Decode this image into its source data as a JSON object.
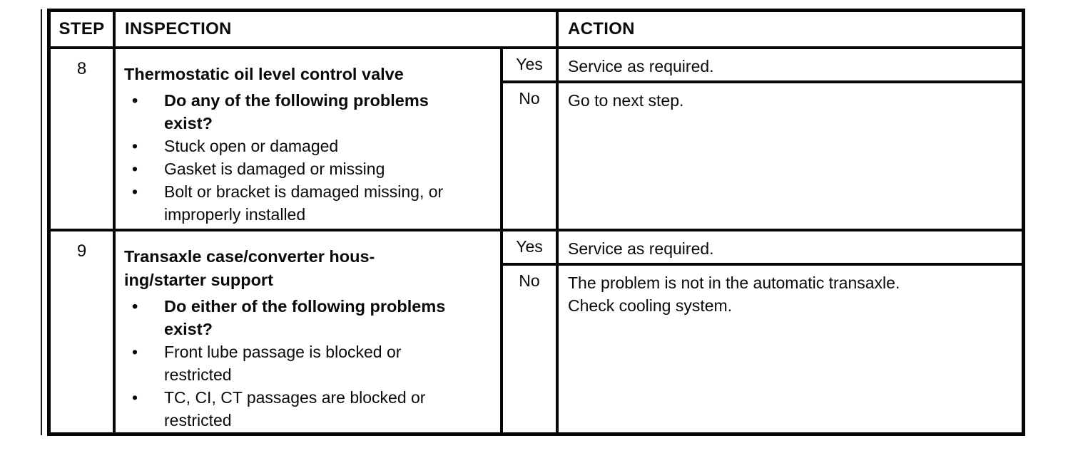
{
  "document": {
    "bullet_char": "•",
    "headers": {
      "step": "STEP",
      "inspection": "INSPECTION",
      "action": "ACTION"
    },
    "rows": [
      {
        "step": "8",
        "title_lines": [
          "Thermostatic oil level control valve"
        ],
        "bullets": [
          {
            "bold": true,
            "lines": [
              "Do any of the following problems",
              "exist?"
            ]
          },
          {
            "bold": false,
            "lines": [
              "Stuck open or damaged"
            ]
          },
          {
            "bold": false,
            "lines": [
              "Gasket is damaged or missing"
            ]
          },
          {
            "bold": false,
            "lines": [
              "Bolt or bracket is damaged missing, or",
              "improperly installed"
            ]
          }
        ],
        "yes_label": "Yes",
        "yes_action_lines": [
          "Service as required."
        ],
        "no_label": "No",
        "no_action_lines": [
          "Go to next step."
        ]
      },
      {
        "step": "9",
        "title_lines": [
          "Transaxle case/converter hous-",
          "ing/starter support"
        ],
        "bullets": [
          {
            "bold": true,
            "lines": [
              "Do either of the following problems",
              "exist?"
            ]
          },
          {
            "bold": false,
            "lines": [
              "Front lube passage is blocked or",
              "restricted"
            ]
          },
          {
            "bold": false,
            "lines": [
              "TC, CI, CT passages are blocked or",
              "restricted"
            ]
          }
        ],
        "yes_label": "Yes",
        "yes_action_lines": [
          "Service as required."
        ],
        "no_label": "No",
        "no_action_lines": [
          "The problem is not in the automatic transaxle.",
          "Check cooling system."
        ]
      }
    ]
  }
}
